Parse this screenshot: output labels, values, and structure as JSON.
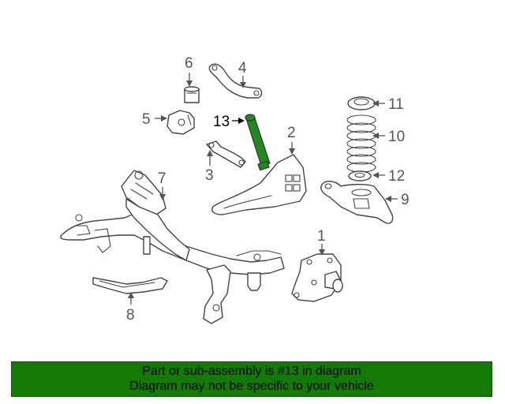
{
  "colors": {
    "highlight": "#1f8a1f",
    "banner_bg": "#137a08",
    "line": "#444444",
    "label": "#555555"
  },
  "callouts": {
    "p1": "1",
    "p2": "2",
    "p3": "3",
    "p4": "4",
    "p5": "5",
    "p6": "6",
    "p7": "7",
    "p8": "8",
    "p9": "9",
    "p10": "10",
    "p11": "11",
    "p12": "12",
    "p13": "13"
  },
  "highlighted_part": "13",
  "banner": {
    "line1": "Part or sub-assembly is #13 in diagram",
    "line2": "Diagram may not be specific to your vehicle"
  }
}
